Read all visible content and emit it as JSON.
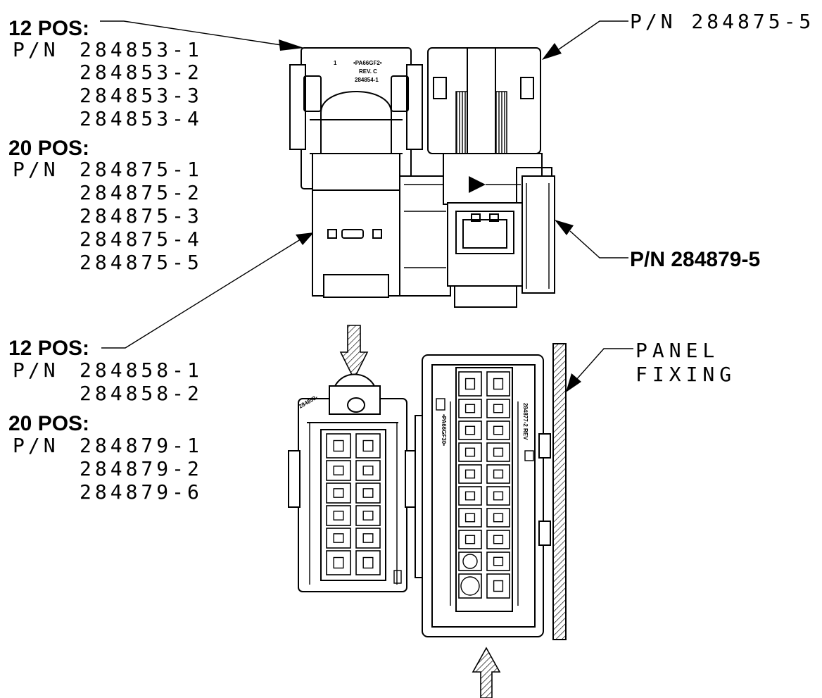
{
  "callouts": {
    "top_left": {
      "heading_12": "12 POS:",
      "pn_prefix_12": "P/N",
      "parts_12": [
        "284853-1",
        "284853-2",
        "284853-3",
        "284853-4"
      ],
      "heading_20": "20 POS:",
      "pn_prefix_20": "P/N",
      "parts_20": [
        "284875-1",
        "284875-2",
        "284875-3",
        "284875-4",
        "284875-5"
      ]
    },
    "top_right": {
      "part": "P/N 284875-5"
    },
    "mid_right": {
      "part": "P/N 284879-5"
    },
    "bottom_left": {
      "heading_12": "12 POS:",
      "pn_prefix_12": "P/N",
      "parts_12": [
        "284858-1",
        "284858-2"
      ],
      "heading_20": "20 POS:",
      "pn_prefix_20": "P/N",
      "parts_20": [
        "284879-1",
        "284879-2",
        "284879-6"
      ]
    },
    "panel": {
      "line1": "PANEL",
      "line2": "FIXING"
    }
  },
  "housing_markings": {
    "top_left_code": "•PA66GF2•",
    "top_left_rev": "REV. C",
    "top_left_pn": "284854-1",
    "top_left_pos": "1",
    "bottom_left_pn": "284858-",
    "bottom_right_code": "•PA66GF30•",
    "bottom_right_pn": "284877-2 REV"
  }
}
